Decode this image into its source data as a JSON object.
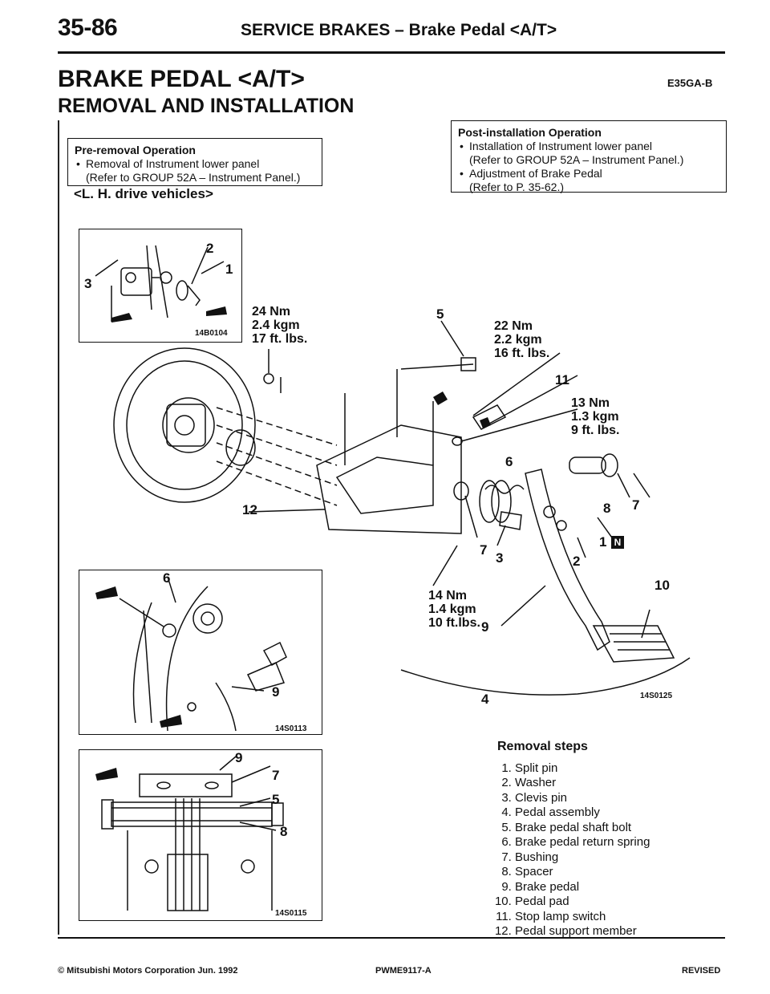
{
  "header": {
    "page_number": "35-86",
    "title": "SERVICE BRAKES – Brake Pedal <A/T>"
  },
  "page_title": "BRAKE PEDAL <A/T>",
  "doc_code": "E35GA-B",
  "section_title": "REMOVAL AND INSTALLATION",
  "pre_removal": {
    "title": "Pre-removal Operation",
    "item": "Removal of Instrument lower panel",
    "ref": "(Refer to GROUP 52A – Instrument Panel.)"
  },
  "post_installation": {
    "title": "Post-installation Operation",
    "item1": "Installation of Instrument lower panel",
    "ref1": "(Refer to GROUP 52A – Instrument Panel.)",
    "item2": "Adjustment of Brake Pedal",
    "ref2": "(Refer to P. 35-62.)"
  },
  "drive_label": "<L. H. drive vehicles>",
  "figures": {
    "fig1_code": "14B0104",
    "fig2_code": "14S0113",
    "fig3_code": "14S0115",
    "main_code": "14S0125"
  },
  "torques": {
    "t24": [
      "24 Nm",
      "2.4 kgm",
      "17 ft. lbs."
    ],
    "t22": [
      "22 Nm",
      "2.2 kgm",
      "16 ft. lbs."
    ],
    "t13": [
      "13 Nm",
      "1.3 kgm",
      "9 ft. lbs."
    ],
    "t14": [
      "14 Nm",
      "1.4 kgm",
      "10 ft.lbs."
    ]
  },
  "callouts": [
    "1",
    "2",
    "3",
    "4",
    "5",
    "6",
    "7",
    "8",
    "9",
    "10",
    "11",
    "12",
    "N"
  ],
  "removal_steps": {
    "title": "Removal steps",
    "items": [
      "Split pin",
      "Washer",
      "Clevis pin",
      "Pedal assembly",
      "Brake pedal shaft bolt",
      "Brake pedal return spring",
      "Bushing",
      "Spacer",
      "Brake pedal",
      "Pedal pad",
      "Stop lamp switch",
      "Pedal support member"
    ]
  },
  "footer": {
    "left": "© Mitsubishi Motors Corporation   Jun. 1992",
    "center": "PWME9117-A",
    "right": "REVISED"
  }
}
